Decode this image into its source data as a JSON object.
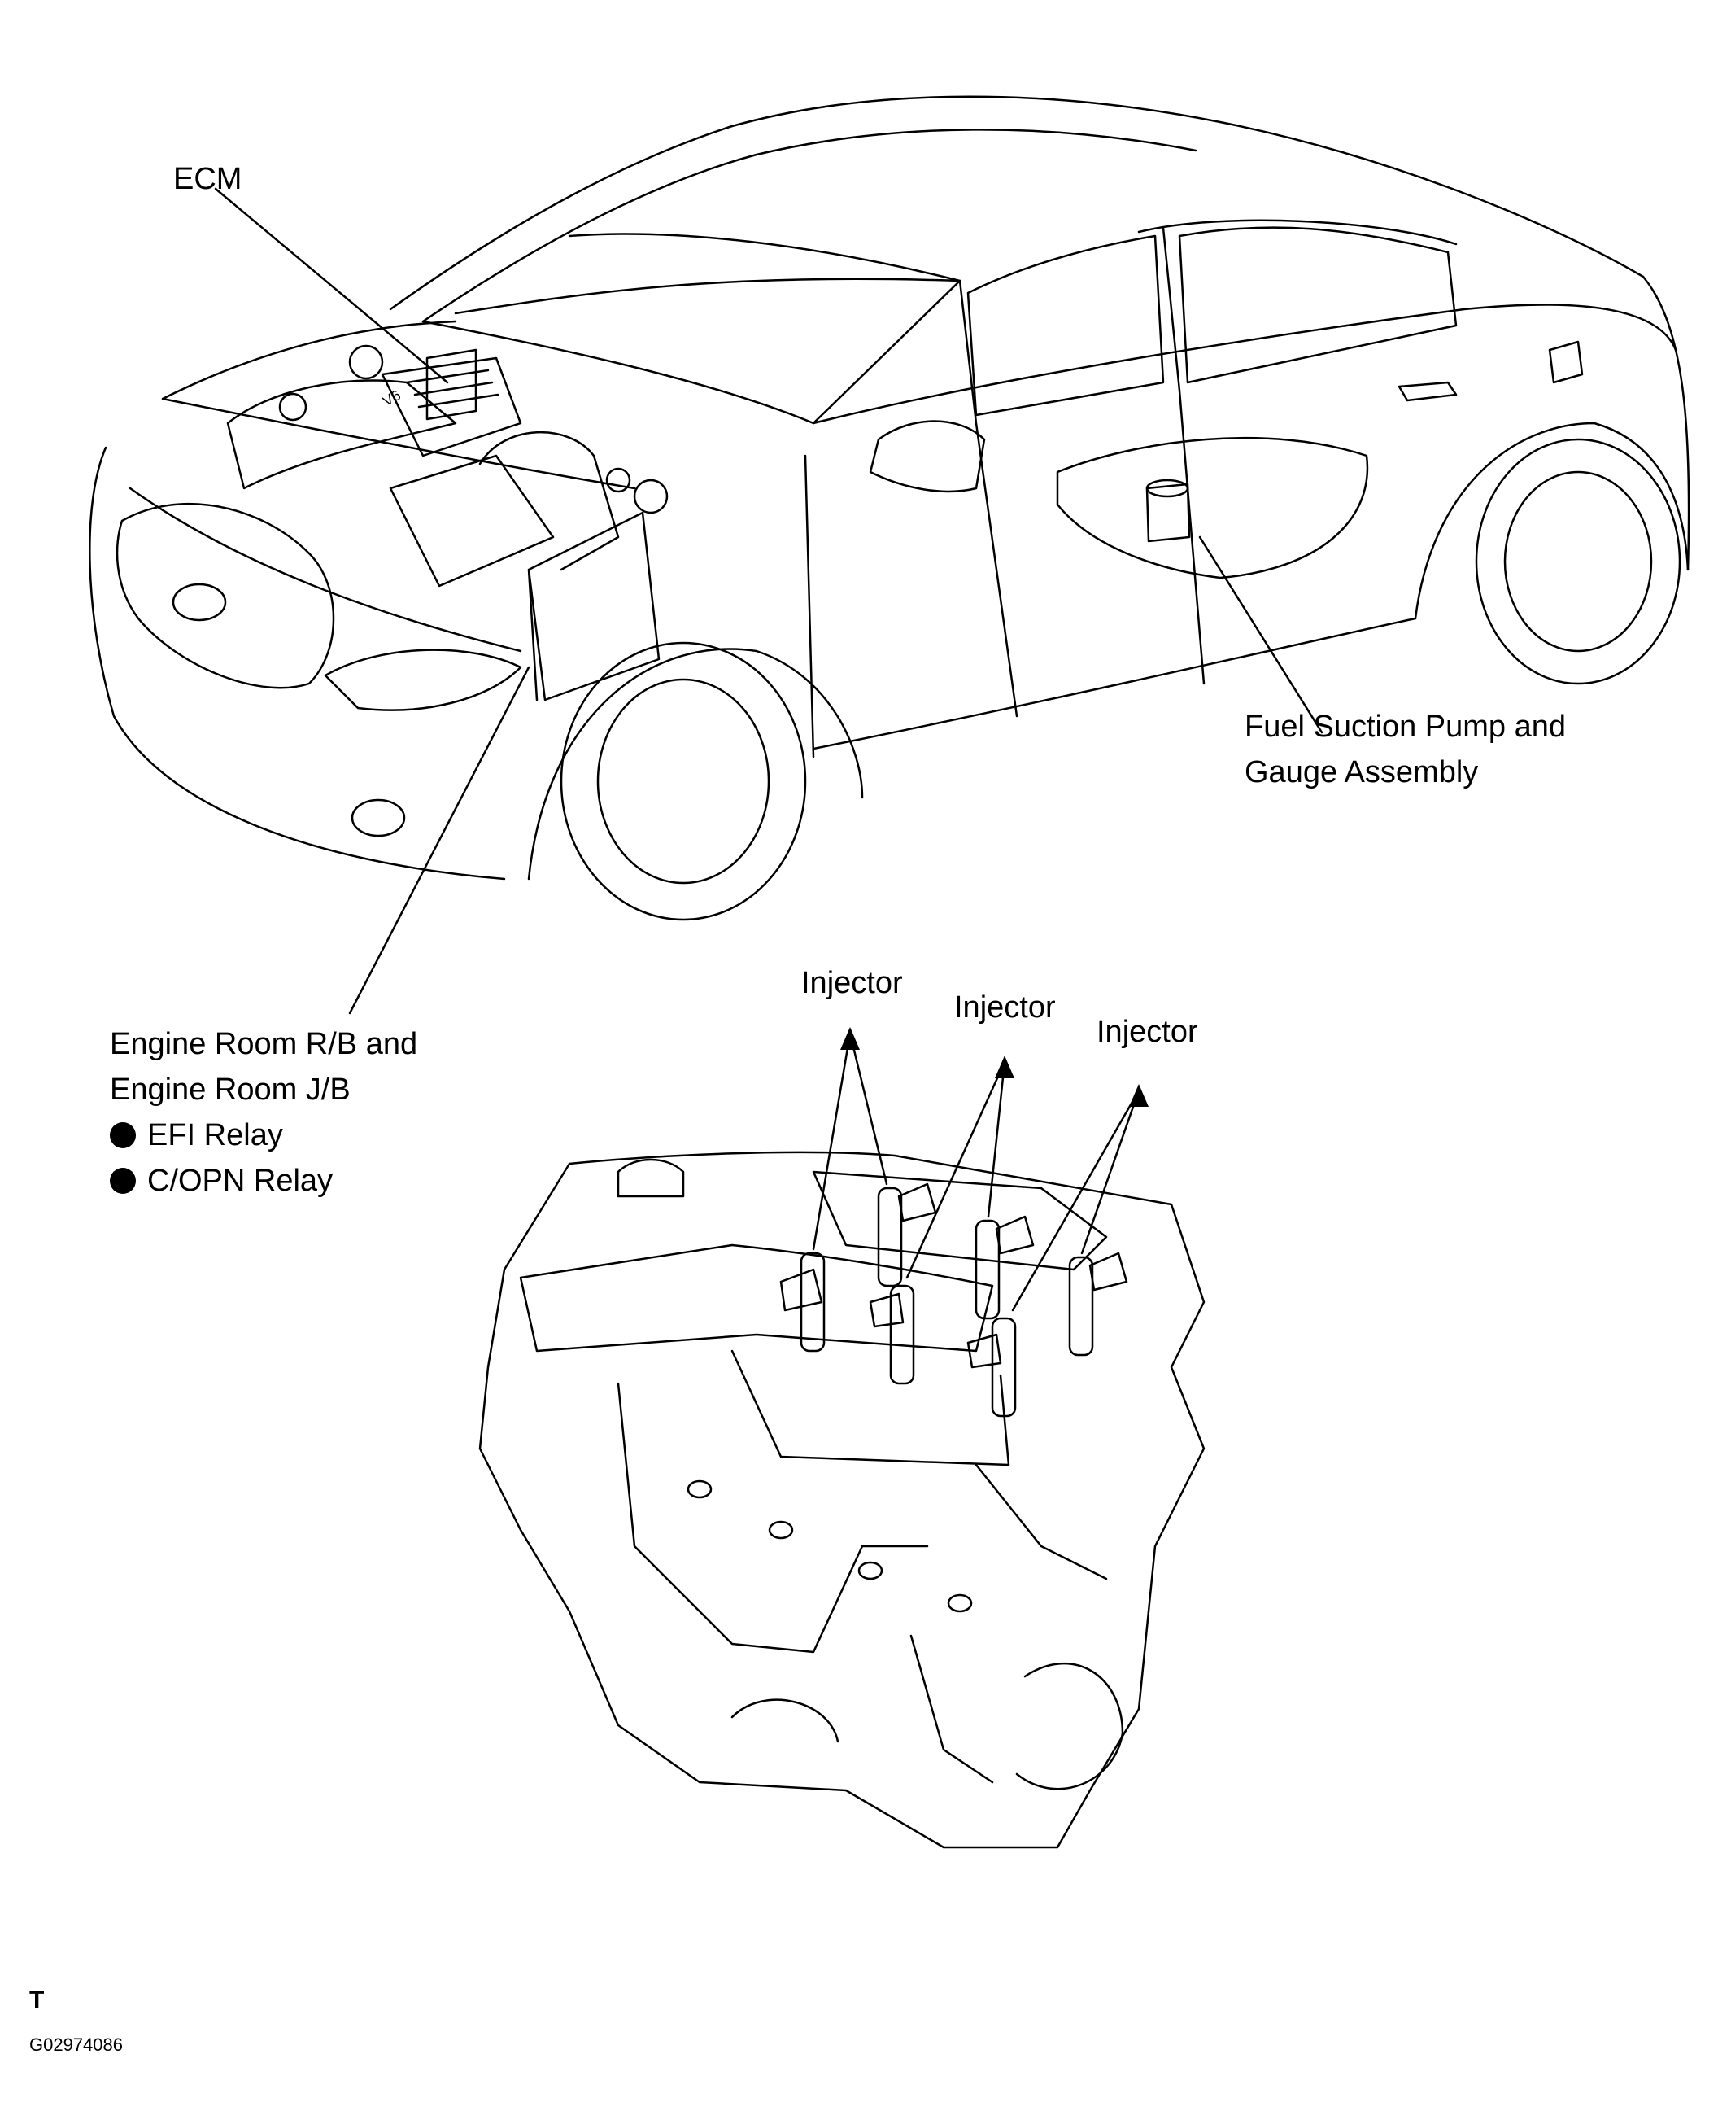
{
  "labels": {
    "ecm": "ECM",
    "fuel_pump_line1": "Fuel Suction Pump and",
    "fuel_pump_line2": "Gauge Assembly",
    "relay_line1": "Engine Room R/B and",
    "relay_line2": "Engine Room J/B",
    "relay_item1": "EFI Relay",
    "relay_item2": "C/OPN Relay",
    "injector_left": "Injector",
    "injector_middle": "Injector",
    "injector_right": "Injector"
  },
  "engine_emblem": "V6",
  "orientation_mark": "T",
  "figure_id": "G02974086",
  "colors": {
    "line": "#000000",
    "background": "#ffffff"
  }
}
